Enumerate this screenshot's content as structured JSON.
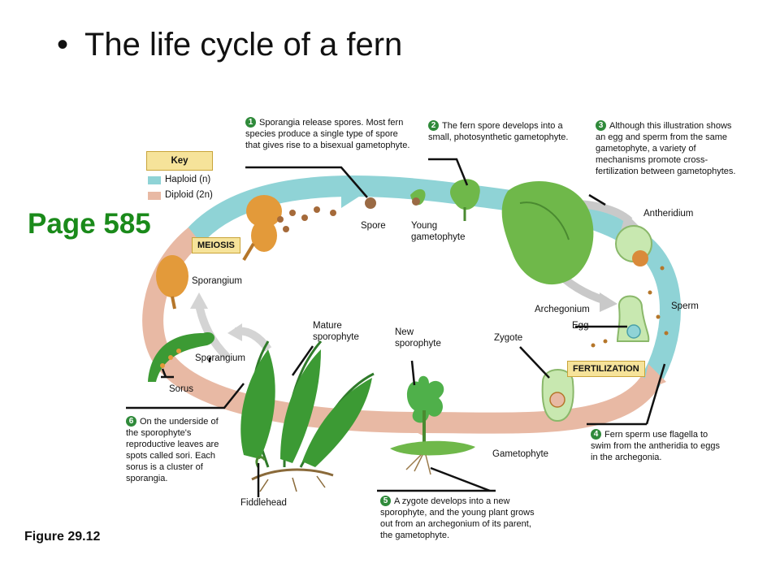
{
  "header": {
    "bullet": "•",
    "title": "The life cycle of a fern"
  },
  "page_ref": "Page 585",
  "figure_label": "Figure 29.12",
  "key": {
    "title": "Key",
    "haploid": "Haploid (n)",
    "diploid": "Diploid (2n)",
    "colors": {
      "haploid": "#8fd3d6",
      "diploid": "#e8b9a4"
    }
  },
  "stages": {
    "meiosis": "MEIOSIS",
    "fertilization": "FERTILIZATION"
  },
  "labels": {
    "spore": "Spore",
    "young_gametophyte": "Young gametophyte",
    "antheridium": "Antheridium",
    "sperm": "Sperm",
    "archegonium": "Archegonium",
    "egg": "Egg",
    "zygote": "Zygote",
    "gametophyte": "Gametophyte",
    "new_sporophyte": "New sporophyte",
    "mature_sporophyte": "Mature sporophyte",
    "fiddlehead": "Fiddlehead",
    "sporangium_top": "Sporangium",
    "sporangium_leaf": "Sporangium",
    "sorus": "Sorus"
  },
  "steps": [
    {
      "num": "1",
      "text": "Sporangia release spores. Most fern species produce a single type of spore that gives rise to a bisexual gametophyte."
    },
    {
      "num": "2",
      "text": "The fern spore develops into a small, photosynthetic gametophyte."
    },
    {
      "num": "3",
      "text": "Although this illustration shows an egg and sperm from the same gametophyte, a variety of mechanisms promote cross-fertilization between gametophytes."
    },
    {
      "num": "4",
      "text": "Fern sperm use flagella to swim from the antheridia to eggs in the archegonia."
    },
    {
      "num": "5",
      "text": "A zygote develops into a new sporophyte, and the young plant grows out from an archegonium of its parent, the gametophyte."
    },
    {
      "num": "6",
      "text": "On the underside of the sporophyte's reproductive leaves are spots called sori. Each sorus is a cluster of sporangia."
    }
  ]
}
